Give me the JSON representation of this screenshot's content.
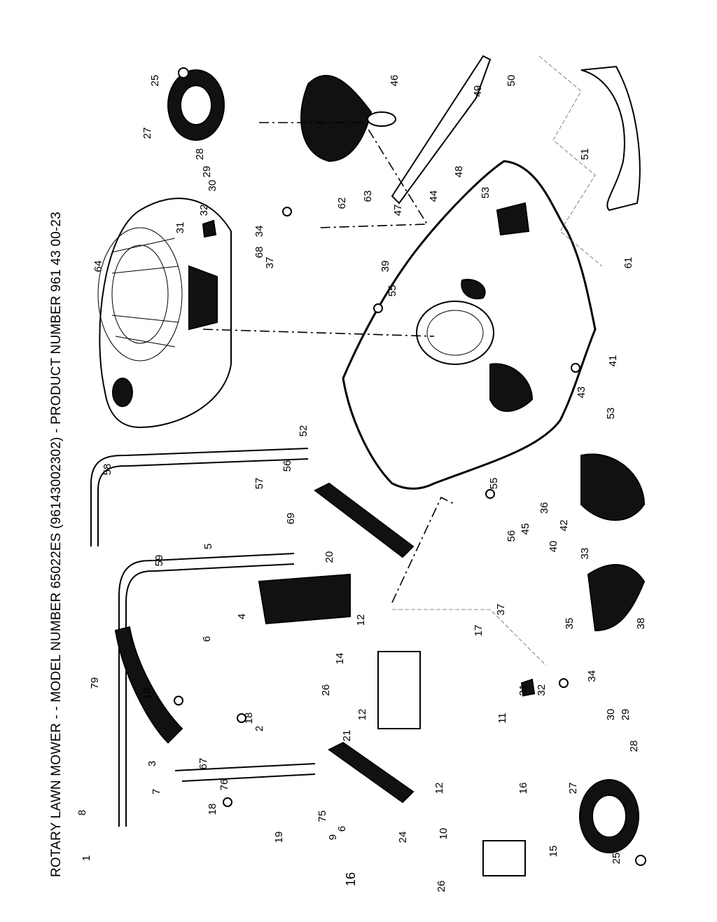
{
  "header": {
    "title_prefix": "ROTARY LAWN MOWER - - MODEL NUMBER ",
    "model": "65022ES",
    "model_code": "  (96143002302) - PRODUCT NUMBER 961 43 00-23"
  },
  "page_number": "16",
  "callouts": [
    {
      "id": "c1",
      "label": "1"
    },
    {
      "id": "c2",
      "label": "2"
    },
    {
      "id": "c3",
      "label": "3"
    },
    {
      "id": "c4",
      "label": "4"
    },
    {
      "id": "c5",
      "label": "5"
    },
    {
      "id": "c6a",
      "label": "6"
    },
    {
      "id": "c6b",
      "label": "6"
    },
    {
      "id": "c7",
      "label": "7"
    },
    {
      "id": "c8",
      "label": "8"
    },
    {
      "id": "c9",
      "label": "9"
    },
    {
      "id": "c10",
      "label": "10"
    },
    {
      "id": "c11",
      "label": "11"
    },
    {
      "id": "c12a",
      "label": "12"
    },
    {
      "id": "c12b",
      "label": "12"
    },
    {
      "id": "c12c",
      "label": "12"
    },
    {
      "id": "c14",
      "label": "14"
    },
    {
      "id": "c15",
      "label": "15"
    },
    {
      "id": "c16",
      "label": "16"
    },
    {
      "id": "c17",
      "label": "17"
    },
    {
      "id": "c18a",
      "label": "18"
    },
    {
      "id": "c18b",
      "label": "18"
    },
    {
      "id": "c18c",
      "label": "18"
    },
    {
      "id": "c19",
      "label": "19"
    },
    {
      "id": "c20",
      "label": "20"
    },
    {
      "id": "c21",
      "label": "21"
    },
    {
      "id": "c24",
      "label": "24"
    },
    {
      "id": "c25a",
      "label": "25"
    },
    {
      "id": "c25b",
      "label": "25"
    },
    {
      "id": "c26a",
      "label": "26"
    },
    {
      "id": "c26b",
      "label": "26"
    },
    {
      "id": "c27a",
      "label": "27"
    },
    {
      "id": "c27b",
      "label": "27"
    },
    {
      "id": "c28a",
      "label": "28"
    },
    {
      "id": "c28b",
      "label": "28"
    },
    {
      "id": "c29a",
      "label": "29"
    },
    {
      "id": "c29b",
      "label": "29"
    },
    {
      "id": "c30a",
      "label": "30"
    },
    {
      "id": "c30b",
      "label": "30"
    },
    {
      "id": "c31a",
      "label": "31"
    },
    {
      "id": "c31b",
      "label": "31"
    },
    {
      "id": "c32a",
      "label": "32"
    },
    {
      "id": "c32b",
      "label": "32"
    },
    {
      "id": "c33",
      "label": "33"
    },
    {
      "id": "c34a",
      "label": "34"
    },
    {
      "id": "c34b",
      "label": "34"
    },
    {
      "id": "c35",
      "label": "35"
    },
    {
      "id": "c36",
      "label": "36"
    },
    {
      "id": "c37a",
      "label": "37"
    },
    {
      "id": "c37b",
      "label": "37"
    },
    {
      "id": "c38",
      "label": "38"
    },
    {
      "id": "c39",
      "label": "39"
    },
    {
      "id": "c40",
      "label": "40"
    },
    {
      "id": "c41",
      "label": "41"
    },
    {
      "id": "c42",
      "label": "42"
    },
    {
      "id": "c43",
      "label": "43"
    },
    {
      "id": "c44",
      "label": "44"
    },
    {
      "id": "c45",
      "label": "45"
    },
    {
      "id": "c46",
      "label": "46"
    },
    {
      "id": "c47",
      "label": "47"
    },
    {
      "id": "c48",
      "label": "48"
    },
    {
      "id": "c49",
      "label": "49"
    },
    {
      "id": "c50",
      "label": "50"
    },
    {
      "id": "c51",
      "label": "51"
    },
    {
      "id": "c52",
      "label": "52"
    },
    {
      "id": "c53a",
      "label": "53"
    },
    {
      "id": "c53b",
      "label": "53"
    },
    {
      "id": "c55a",
      "label": "55"
    },
    {
      "id": "c55b",
      "label": "55"
    },
    {
      "id": "c56a",
      "label": "56"
    },
    {
      "id": "c56b",
      "label": "56"
    },
    {
      "id": "c57",
      "label": "57"
    },
    {
      "id": "c58",
      "label": "58"
    },
    {
      "id": "c59",
      "label": "59"
    },
    {
      "id": "c61",
      "label": "61"
    },
    {
      "id": "c62",
      "label": "62"
    },
    {
      "id": "c63",
      "label": "63"
    },
    {
      "id": "c64",
      "label": "64"
    },
    {
      "id": "c67",
      "label": "67"
    },
    {
      "id": "c68",
      "label": "68"
    },
    {
      "id": "c69",
      "label": "69"
    },
    {
      "id": "c75",
      "label": "75"
    },
    {
      "id": "c76",
      "label": "76"
    },
    {
      "id": "c79",
      "label": "79"
    }
  ]
}
